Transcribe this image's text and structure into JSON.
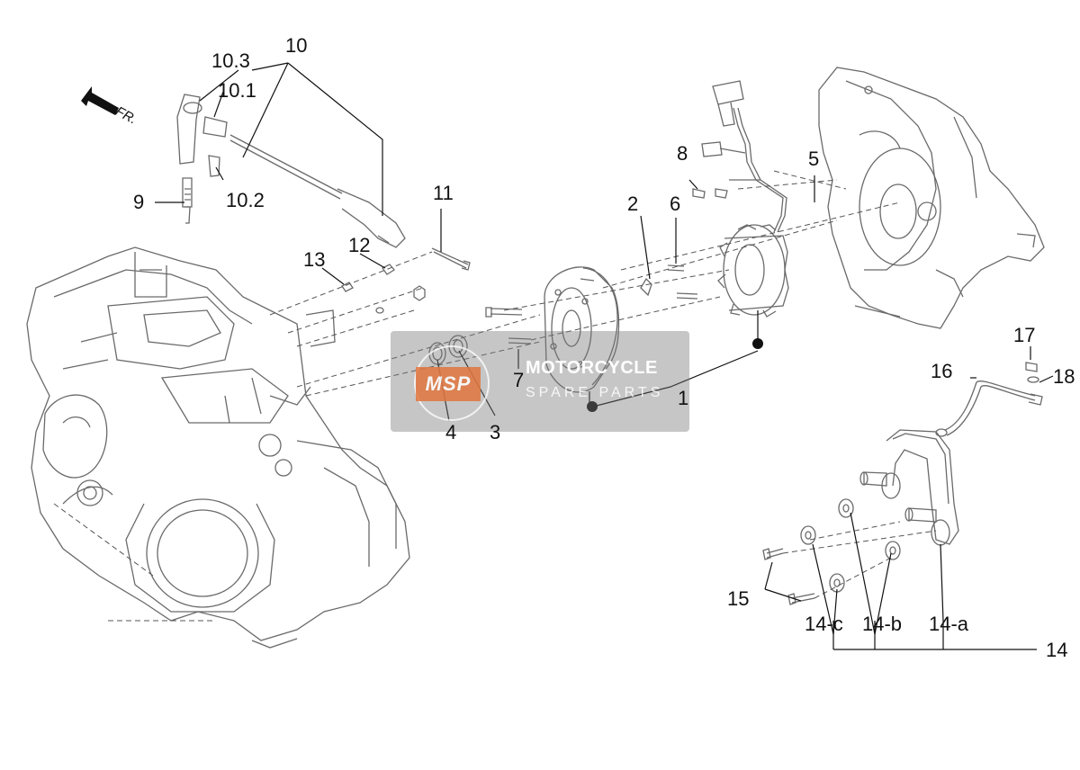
{
  "direction_label": "FR.",
  "watermark": {
    "badge": "MSP",
    "line1": "MOTORCYCLE",
    "line2": "SPARE PARTS"
  },
  "labels": {
    "p1": "1",
    "p2": "2",
    "p3": "3",
    "p4": "4",
    "p5": "5",
    "p6": "6",
    "p7": "7",
    "p8": "8",
    "p9": "9",
    "p10": "10",
    "p10_1": "10.1",
    "p10_2": "10.2",
    "p10_3": "10.3",
    "p11": "11",
    "p12": "12",
    "p13": "13",
    "p14": "14",
    "p14_a": "14-a",
    "p14_b": "14-b",
    "p14_c": "14-c",
    "p15": "15",
    "p16": "16",
    "p17": "17",
    "p18": "18"
  }
}
